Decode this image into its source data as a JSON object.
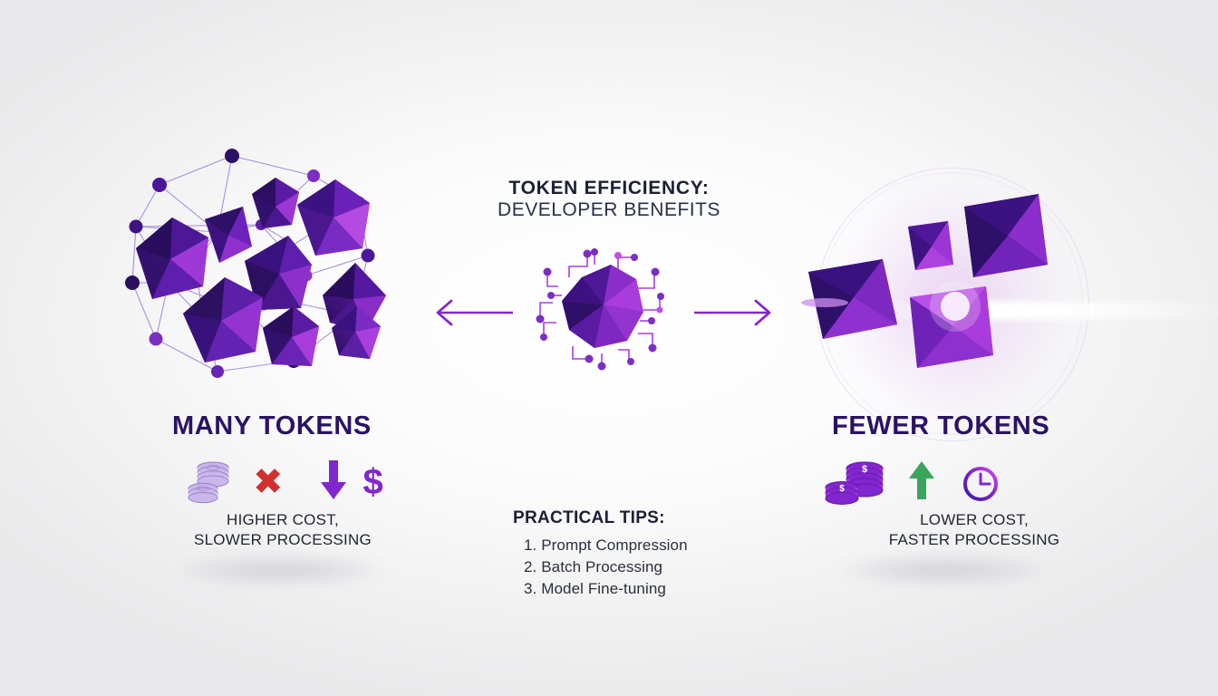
{
  "header": {
    "title_line1": "TOKEN EFFICIENCY:",
    "title_line2": "DEVELOPER BENEFITS"
  },
  "left_panel": {
    "title": "MANY TOKENS",
    "caption_line1": "HIGHER COST,",
    "caption_line2": "SLOWER PROCESSING",
    "icons": [
      {
        "name": "coin-stack-icon",
        "symbol": "coins"
      },
      {
        "name": "red-x-icon",
        "symbol": "✖"
      },
      {
        "name": "down-arrow-icon",
        "symbol": "⬇"
      },
      {
        "name": "dollar-sign-icon",
        "symbol": "$"
      }
    ],
    "art": "dense-token-cluster"
  },
  "right_panel": {
    "title": "FEWER TOKENS",
    "caption_line1": "LOWER COST,",
    "caption_line2": "FASTER PROCESSING",
    "icons": [
      {
        "name": "coin-stack-dollar-icon",
        "symbol": "coins-$"
      },
      {
        "name": "up-arrow-icon",
        "symbol": "⬆"
      },
      {
        "name": "clock-icon",
        "symbol": "clock"
      }
    ],
    "art": "sparse-token-squares"
  },
  "center": {
    "art": "polygonal-ai-chip-node",
    "arrow_left_label": "to many tokens",
    "arrow_right_label": "to fewer tokens"
  },
  "tips": {
    "heading": "PRACTICAL TIPS:",
    "items": [
      "1. Prompt Compression",
      "2. Batch Processing",
      "3. Model Fine-tuning"
    ]
  },
  "colors": {
    "deep_purple": "#2b1265",
    "purple": "#8226cf",
    "magenta": "#c039e0",
    "red": "#d32f2f",
    "green": "#3ba55c",
    "ink": "#1f2430",
    "background": "#f2f2f3"
  }
}
